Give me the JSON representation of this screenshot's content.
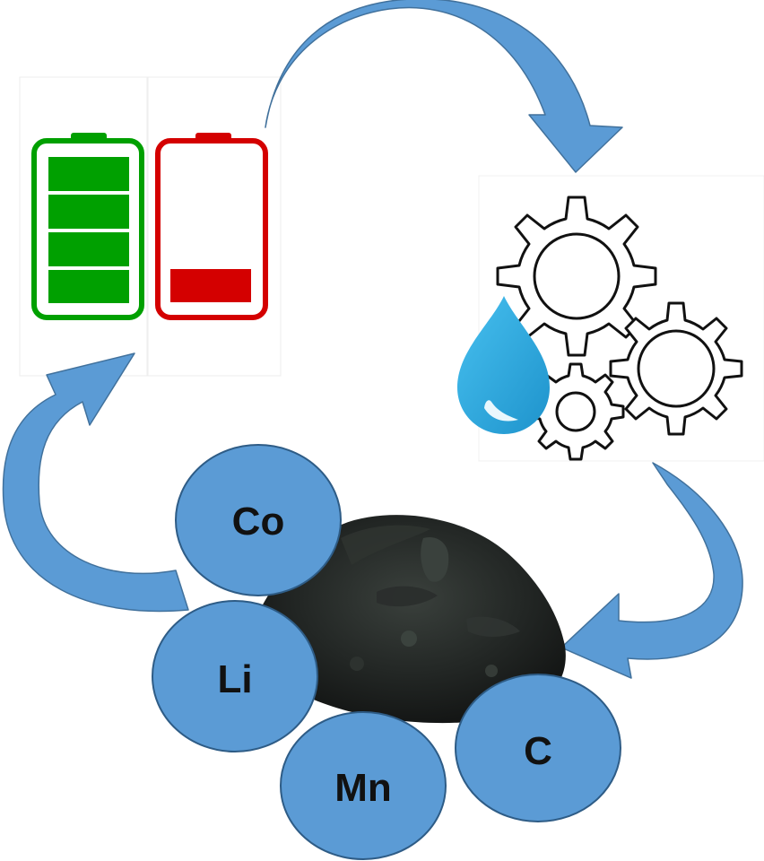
{
  "colors": {
    "arrow": "#5b9bd5",
    "arrow_edge": "#41719c",
    "circle_fill": "#5b9bd5",
    "circle_stroke": "#2e5c86",
    "battery_full": "#00a000",
    "battery_empty": "#d40000",
    "drop": "#29a8e0",
    "powder": "#1f2321"
  },
  "icons": {
    "full_battery": "full-battery-icon",
    "empty_battery": "empty-battery-icon",
    "gears": "gears-icon",
    "liquid_drop": "liquid-drop-icon",
    "black_mass": "black-mass-powder"
  },
  "elements": [
    {
      "key": "co",
      "label": "Co"
    },
    {
      "key": "li",
      "label": "Li"
    },
    {
      "key": "mn",
      "label": "Mn"
    },
    {
      "key": "c",
      "label": "C"
    }
  ]
}
